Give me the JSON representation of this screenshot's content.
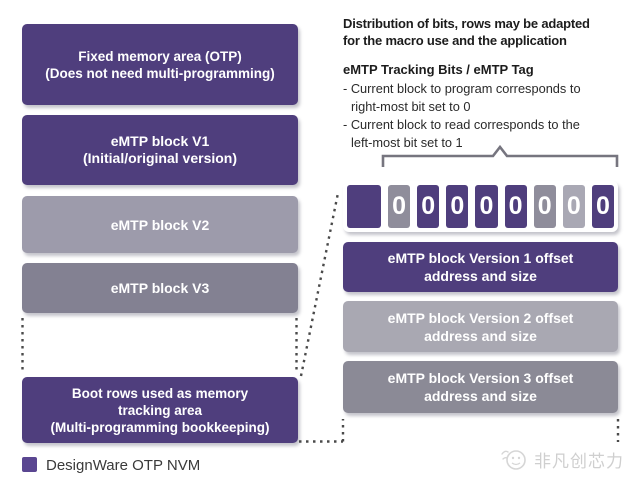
{
  "left_panel": {
    "blocks": {
      "fixed": {
        "lines": [
          "Fixed memory area (OTP)",
          "(Does not need multi-programming)"
        ],
        "color": "#4f3e7d"
      },
      "v1": {
        "lines": [
          "eMTP block V1",
          "(Initial/original version)"
        ],
        "color": "#4f3e7d"
      },
      "v2": {
        "lines": [
          "eMTP block V2"
        ],
        "color": "#9d9bab"
      },
      "v3": {
        "lines": [
          "eMTP block V3"
        ],
        "color": "#838192"
      },
      "boot": {
        "lines": [
          "Boot rows used as memory",
          "tracking area",
          "(Multi-programming bookkeeping)"
        ],
        "color": "#4f3e7d"
      }
    },
    "legend": {
      "label": "DesignWare OTP NVM",
      "swatch_color": "#5a4691"
    }
  },
  "right_panel": {
    "title_lines": [
      "Distribution of bits, rows may be adapted",
      "for the macro use and the application"
    ],
    "tag_heading": "eMTP Tracking Bits / eMTP Tag",
    "bullet_lines": [
      "- Current block to program corresponds to",
      "right-most bit set to 0",
      "- Current block to read corresponds to the",
      "left-most bit set to 1"
    ],
    "bit_row": {
      "cells": [
        {
          "value": "",
          "color": "#4f3e7d"
        },
        {
          "value": "0",
          "color": "#8f8d9b"
        },
        {
          "value": "0",
          "color": "#4f3e7d"
        },
        {
          "value": "0",
          "color": "#4f3e7d"
        },
        {
          "value": "0",
          "color": "#4f3e7d"
        },
        {
          "value": "0",
          "color": "#4f3e7d"
        },
        {
          "value": "0",
          "color": "#8f8d9b"
        },
        {
          "value": "0",
          "color": "#a9a8b4"
        },
        {
          "value": "0",
          "color": "#4f3e7d"
        }
      ]
    },
    "version_blocks": {
      "v1": {
        "lines": [
          "eMTP block Version 1 offset",
          "address and size"
        ],
        "color": "#4f3e7d"
      },
      "v2": {
        "lines": [
          "eMTP block Version 2 offset",
          "address and size"
        ],
        "color": "#a9a8b2"
      },
      "v3": {
        "lines": [
          "eMTP block Version 3 offset",
          "address and size"
        ],
        "color": "#8b8a96"
      }
    }
  },
  "watermark": {
    "text": "非凡创芯力"
  }
}
